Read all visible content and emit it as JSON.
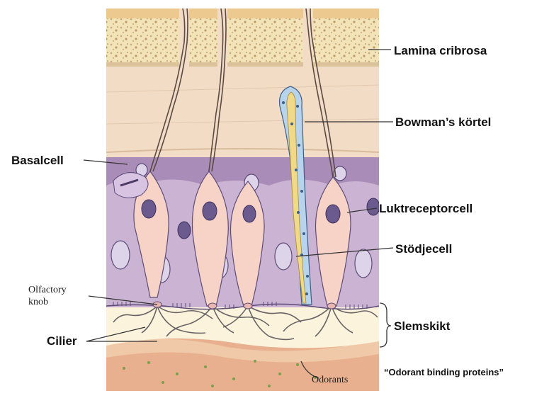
{
  "labels": {
    "lamina_cribrosa": "Lamina cribrosa",
    "bowmans_kortel": "Bowman’s körtel",
    "basalcell": "Basalcell",
    "luktreceptorcell": "Luktreceptorcell",
    "stodjecell": "Stödjecell",
    "olfactory_knob_line1": "Olfactory",
    "olfactory_knob_line2": "knob",
    "slemskikt": "Slemskikt",
    "cilier": "Cilier",
    "odorants": "Odorants",
    "odorant_binding_proteins": "“Odorant binding proteins”"
  },
  "colors": {
    "bone": "#f3e3b8",
    "bone_speck": "#c9a878",
    "lamina_propria": "#f2dcc6",
    "epithelium": "#cbb3d3",
    "basal_layer": "#a98cb8",
    "receptor_cell": "#f6d3c6",
    "nucleus_receptor": "#6a5a8e",
    "nucleus_support": "#ded4ea",
    "gland": "#b8d4ec",
    "gland_duct": "#f1d98a",
    "mucus": "#fbf3dc",
    "lower_tissue": "#e8b08e",
    "odorant_dot": "#7d9e4a"
  }
}
